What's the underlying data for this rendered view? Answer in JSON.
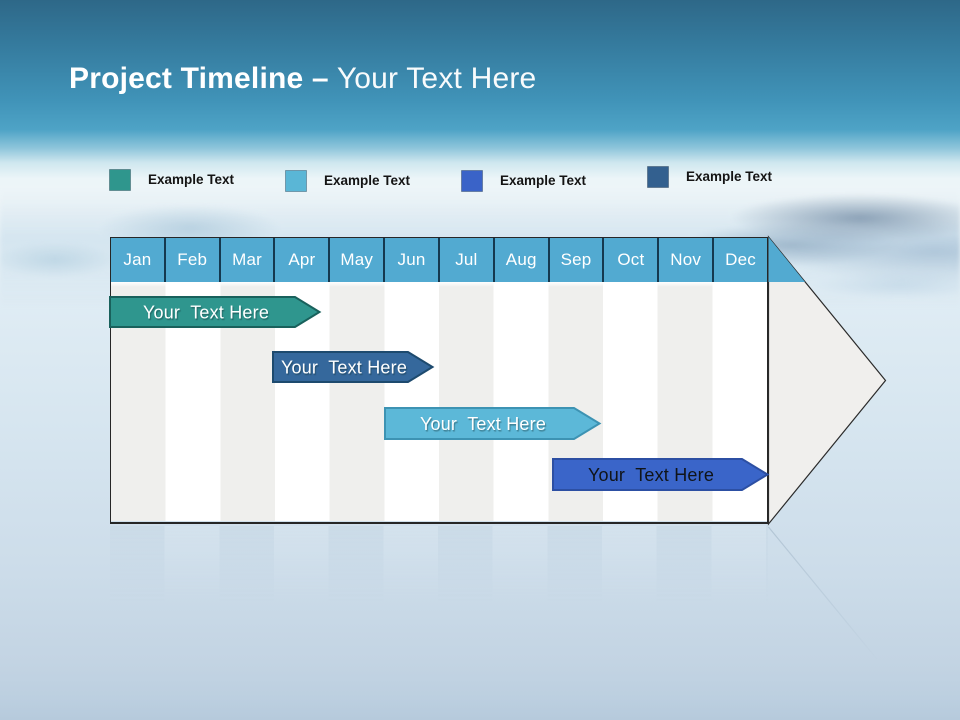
{
  "slide": {
    "title_bold": "Project Timeline –",
    "title_regular": "Your Text Here",
    "title_color": "#ffffff"
  },
  "legend": {
    "items": [
      {
        "label": "Example Text",
        "color": "#2f968d"
      },
      {
        "label": "Example Text",
        "color": "#5ab6d6"
      },
      {
        "label": "Example Text",
        "color": "#3a63c8"
      },
      {
        "label": "Example Text",
        "color": "#33608f"
      }
    ]
  },
  "timeline": {
    "header_color": "#52aad1",
    "header_separator_color": "#15394f",
    "table_border_color": "#2a2a2a",
    "stripe_gray": "#efefed",
    "arrow_fill": "#f0efed",
    "months": [
      "Jan",
      "Feb",
      "Mar",
      "Apr",
      "May",
      "Jun",
      "Jul",
      "Aug",
      "Sep",
      "Oct",
      "Nov",
      "Dec"
    ],
    "bars": [
      {
        "label": "Your  Text Here",
        "start_month": "Jan",
        "end_month": "Apr",
        "fill": "#2f968e",
        "border": "#19615c",
        "text_color": "#ffffff"
      },
      {
        "label": "Your  Text Here",
        "start_month": "Apr",
        "end_month": "Jun",
        "fill": "#35689c",
        "border": "#1d4a6e",
        "text_color": "#ffffff"
      },
      {
        "label": "Your  Text Here",
        "start_month": "Jun",
        "end_month": "Sep",
        "fill": "#5cb8d8",
        "border": "#3d93b3",
        "text_color": "#ffffff"
      },
      {
        "label": "Your  Text Here",
        "start_month": "Sep",
        "end_month": "Dec",
        "fill": "#3a65c9",
        "border": "#2c4fa3",
        "text_color": "#101418"
      }
    ]
  }
}
